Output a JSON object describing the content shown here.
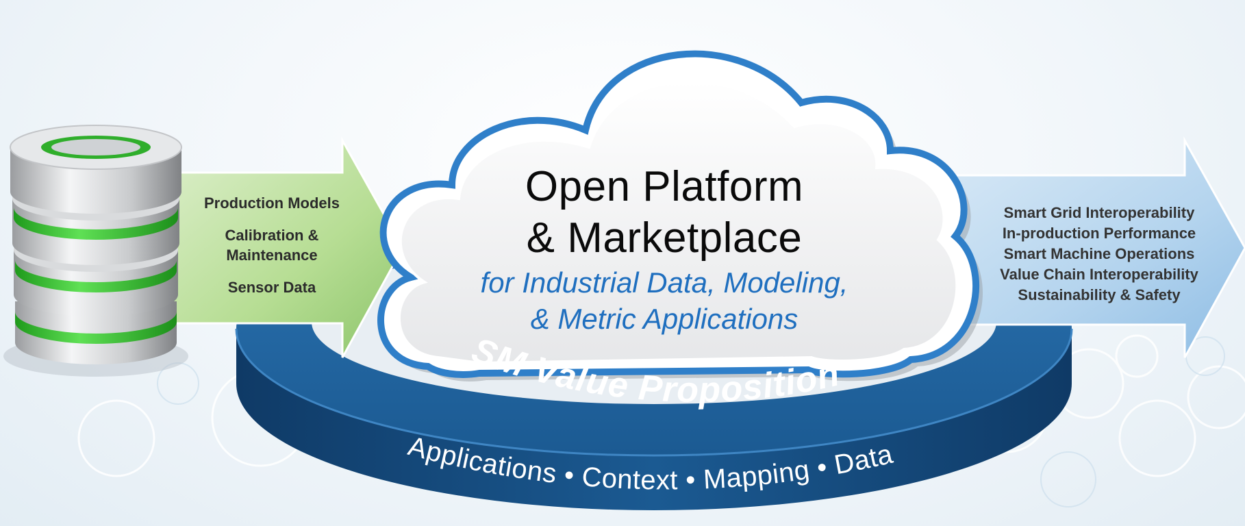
{
  "left_arrow": {
    "items": [
      "Production Models",
      "Calibration & Maintenance",
      "Sensor Data"
    ]
  },
  "cloud": {
    "title_line1": "Open Platform",
    "title_line2": "& Marketplace",
    "subtitle_line1": "for Industrial Data, Modeling,",
    "subtitle_line2": "& Metric Applications"
  },
  "right_arrow": {
    "items": [
      "Smart Grid Interoperability",
      "In-production Performance",
      "Smart Machine Operations",
      "Value Chain Interoperability",
      "Sustainability & Safety"
    ]
  },
  "ring": {
    "top_text": "SM Value Proposition",
    "bottom_text": "Applications • Context • Mapping • Data"
  },
  "colors": {
    "ring_blue": "#1a5a90",
    "cloud_outline": "#2f7fc9",
    "subtitle_blue": "#1f6fbf",
    "left_arrow_green": "#a8d47e",
    "right_arrow_blue": "#a9cde8",
    "db_stripe_green": "#3fcf3a"
  },
  "icons": [
    "database-icon",
    "cloud-icon"
  ]
}
